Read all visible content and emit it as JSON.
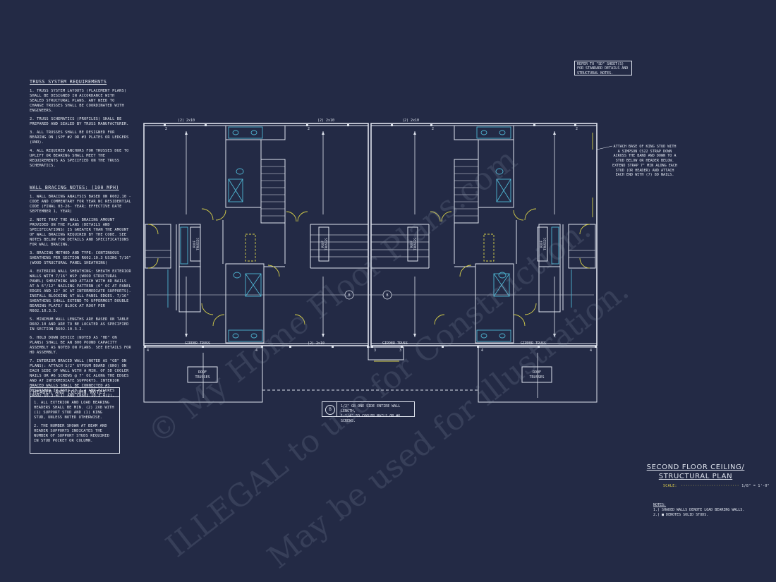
{
  "truss_notes": {
    "heading": "TRUSS SYSTEM REQUIREMENTS",
    "items": [
      "1. TRUSS SYSTEM LAYOUTS (PLACEMENT PLANS) SHALL BE DESIGNED IN ACCORDANCE WITH SEALED STRUCTURAL PLANS. ANY NEED TO CHANGE TRUSSES SHALL BE COORDINATED WITH ENGINEERS.",
      "2. TRUSS SCHEMATICS (PROFILES) SHALL BE PREPARED AND SEALED BY TRUSS MANUFACTURER.",
      "3. ALL TRUSSES SHALL BE DESIGNED FOR BEARING ON (SPF #2 OR #3 PLATES OR LEDGERS (UNO).",
      "4. ALL REQUIRED ANCHORS FOR TRUSSES DUE TO UPLIFT OR BEARING SHALL MEET THE REQUIREMENTS AS SPECIFIED ON THE TRUSS SCHEMATICS."
    ]
  },
  "bracing_notes": {
    "heading": "WALL BRACING NOTES: (100 MPH)",
    "items": [
      "1. WALL BRACING ANALYSIS BASED ON R602.10 - CODE AND COMMENTARY FOR YEAR NC RESIDENTIAL CODE (FINAL 03-26- YEAR; EFFECTIVE DATE SEPTEMBER 1, YEAR)",
      "2. NOTE THAT THE WALL BRACING AMOUNT PROVIDED ON THE PLANS (DETAILS AND SPECIFICATIONS) IS GREATER THAN THE AMOUNT OF WALL BRACING REQUIRED BY THE CODE. SEE NOTES BELOW FOR DETAILS AND SPECIFICATIONS FOR WALL BRACING.",
      "3. BRACING METHOD AND TYPE: CONTINUOUS SHEATHING PER SECTION R602.10.3 USING 7/16\" (WOOD STRUCTURAL PANEL SHEATHING)",
      "4. EXTERIOR WALL SHEATHING: SHEATH EXTERIOR WALLS WITH 7/16\" WSP (WOOD STRUCTURAL PANEL) SHEATHING AND ATTACH WITH 8d NAILS AT A 6\"/12\" NAILING PATTERN (6\" OC AT PANEL EDGES AND 12\" OC AT INTERMEDIATE SUPPORTS). INSTALL BLOCKING AT ALL PANEL EDGES. 7/16\" SHEATHING SHALL EXTEND TO UPPERMOST DOUBLE BEARING PLATE/ BLOCK AT ROOF PER R602.10.3.5.",
      "5. MINIMUM WALL LENGTHS ARE BASED ON TABLE R602.10 AND ARE TO BE LOCATED AS SPECIFIED IN SECTION R602.10.3.2.",
      "6. HOLD DOWN DEVICE (NOTED AS \"HD\" ON PLANS) SHALL BE AN 800 POUND CAPACITY ASSEMBLY AS NOTED ON PLANS. SEE DETAILS FOR HD ASSEMBLY.",
      "7. INTERIOR BRACED WALL (NOTED AS \"GB\" ON PLANS): ATTACH 1/2\" GYPSUM BOARD (UNO) ON EACH SIDE OF WALL WITH A MIN. OF 5d COOLER NAILS OR #6 SCREWS @ 7\" OC ALONG THE EDGES AND AT INTERMEDIATE SUPPORTS. INTERIOR BRACED WALLS SHALL BE CONNECTED AS DESCRIBED IN R602.10.3.4 AND FIGURES CR602.10.3.4(1) AND CR602.10.3.4(2)."
    ]
  },
  "header_notes": {
    "heading": "HEADER AND COLUMN NOTES",
    "items": [
      "1. ALL EXTERIOR AND LOAD BEARING HEADERS SHALL BE MIN. (2) 2x8 WITH (1) SUPPORT STUD AND (1) KING STUD, UNLESS NOTED OTHERWISE.",
      "2. THE NUMBER SHOWN AT BEAM AND HEADER SUPPORTS INDICATES THE NUMBER OF SUPPORT STUDS REQUIRED IN STUD POCKET OR COLUMN."
    ]
  },
  "refer_box": "REFER TO \"SD\" SHEET(S) FOR STANDARD DETAILS AND STRUCTURAL NOTES.",
  "callout_note": "ATTACH BASE OF KING STUD WITH A SIMPSON CS22 STRAP DOWN ACROSS THE BAND AND DOWN TO A STUD BELOW OR HEADER BELOW. EXTEND STRAP 7\" MIN ALONG EACH STUD (OR HEADER) AND ATTACH EACH END WITH (7) 8d NAILS.",
  "legend": {
    "symbol": "B",
    "line1": "1/2\" GB ONE SIDE ENTIRE WALL LENGTH,",
    "line2": "1-1/4\" 5d COOLER NAILS OR #6 SCREWS."
  },
  "plan_labels": {
    "header_2x10": "(2) 2x10",
    "girder_truss": "GIRDER TRUSS",
    "roof_trusses_1": "ROOF",
    "roof_trusses_2": "TRUSSES",
    "dim_2": "2",
    "dim_3": "3",
    "dim_4": "4",
    "grid_b": "B"
  },
  "title_block": {
    "line1": "SECOND FLOOR CEILING/",
    "line2": "STRUCTURAL PLAN",
    "scale_label": "SCALE:",
    "scale_value": "1/8\" = 1'-0\""
  },
  "bottom_notes": {
    "heading": "NOTES:",
    "items": [
      "1.) SHADED WALLS DENOTE LOAD BEARING WALLS.",
      "2.) ■ DENOTES SOLID STUDS."
    ]
  },
  "watermark": {
    "line1": "© My Home Floor Plans.com",
    "line2": "ILLEGAL to use for Construction.",
    "line3": "May be used for illustration."
  },
  "colors": {
    "background": "#232a45",
    "linework": "#dfe4ee",
    "fixtures": "#4fb6d3",
    "doors": "#d9d24a"
  }
}
